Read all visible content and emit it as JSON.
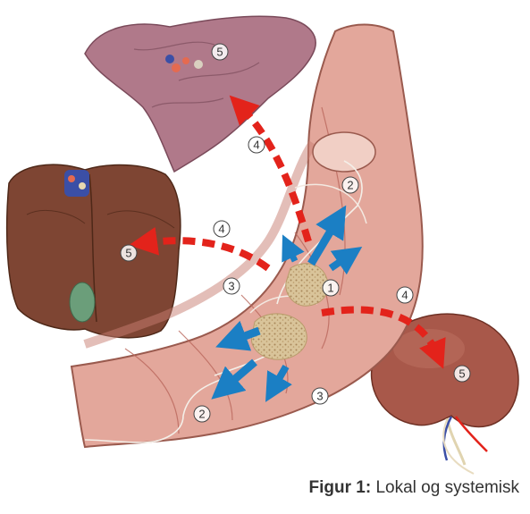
{
  "caption": {
    "label": "Figur 1:",
    "text": "Lokal og systemisk"
  },
  "markers": {
    "primary_tumor": "1",
    "lymph_spread": "2",
    "local_invasion": "3",
    "blood_spread": "4",
    "metastasis": "5"
  },
  "colors": {
    "local_arrow": "#1b7fc4",
    "systemic_arrow": "#e3231b",
    "intestine": "#e3a79b",
    "lung": "#b0798a",
    "liver": "#7e4533",
    "kidney": "#a8584a",
    "tumor": "#d8c093"
  }
}
